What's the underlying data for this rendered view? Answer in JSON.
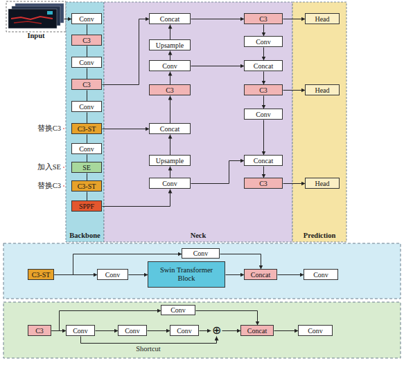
{
  "diagram": {
    "nodes": [
      {
        "text": [
          "Input"
        ]
      },
      {
        "text": [
          "Backbone"
        ]
      },
      {
        "text": [
          "Neck"
        ]
      },
      {
        "text": [
          "Prediction"
        ]
      },
      {
        "text": [
          "Conv"
        ],
        "in": 1
      },
      {
        "text": [
          "C3"
        ],
        "in": 1
      },
      {
        "text": [
          "Conv"
        ],
        "in": 1
      },
      {
        "text": [
          "C3"
        ],
        "in": 1
      },
      {
        "text": [
          "Conv"
        ],
        "in": 1
      },
      {
        "text": [
          "C3-ST"
        ],
        "in": 1
      },
      {
        "text": [
          "Conv"
        ],
        "in": 1
      },
      {
        "text": [
          "SE"
        ],
        "in": 1
      },
      {
        "text": [
          "C3-ST"
        ],
        "in": 1
      },
      {
        "text": [
          "SPPF"
        ],
        "in": 1
      },
      {
        "text": [
          "Concat"
        ],
        "in": 2
      },
      {
        "text": [
          "Upsample"
        ],
        "in": 2
      },
      {
        "text": [
          "Conv"
        ],
        "in": 2
      },
      {
        "text": [
          "C3"
        ],
        "in": 2
      },
      {
        "text": [
          "Concat"
        ],
        "in": 2
      },
      {
        "text": [
          "Upsample"
        ],
        "in": 2
      },
      {
        "text": [
          "Conv"
        ],
        "in": 2
      },
      {
        "text": [
          "C3"
        ],
        "in": 2
      },
      {
        "text": [
          "Conv"
        ],
        "in": 2
      },
      {
        "text": [
          "Concat"
        ],
        "in": 2
      },
      {
        "text": [
          "C3"
        ],
        "in": 2
      },
      {
        "text": [
          "Conv"
        ],
        "in": 2
      },
      {
        "text": [
          "Concat"
        ],
        "in": 2
      },
      {
        "text": [
          "C3"
        ],
        "in": 2
      },
      {
        "text": [
          "Head"
        ],
        "in": 3
      },
      {
        "text": [
          "Head"
        ],
        "in": 3
      },
      {
        "text": [
          "Head"
        ],
        "in": 3
      },
      {
        "text": [
          "C3-ST"
        ]
      },
      {
        "text": [
          "Conv"
        ]
      },
      {
        "text": [
          "Swin Transformer Block"
        ]
      },
      {
        "text": [
          "Conv"
        ]
      },
      {
        "text": [
          "Concat"
        ]
      },
      {
        "text": [
          "Conv"
        ]
      },
      {
        "text": [
          "C3"
        ]
      },
      {
        "text": [
          "Conv"
        ]
      },
      {
        "text": [
          "Conv"
        ]
      },
      {
        "text": [
          "Conv"
        ]
      },
      {
        "text": [
          "⊕"
        ]
      },
      {
        "text": [
          "Conv"
        ]
      },
      {
        "text": [
          "Concat"
        ]
      },
      {
        "text": [
          "Conv"
        ]
      }
    ],
    "edges": [
      {
        "from": 0,
        "to": 4,
        "arrow": "to"
      },
      {
        "from": 4,
        "to": 5,
        "arrow": "none"
      },
      {
        "from": 5,
        "to": 6,
        "arrow": "none"
      },
      {
        "from": 6,
        "to": 7,
        "arrow": "none"
      },
      {
        "from": 7,
        "to": 8,
        "arrow": "none"
      },
      {
        "from": 8,
        "to": 9,
        "arrow": "none"
      },
      {
        "from": 9,
        "to": 10,
        "arrow": "none"
      },
      {
        "from": 10,
        "to": 11,
        "arrow": "none"
      },
      {
        "from": 11,
        "to": 12,
        "arrow": "none"
      },
      {
        "from": 12,
        "to": 13,
        "arrow": "none"
      },
      {
        "from": 7,
        "to": 14,
        "arrow": "to"
      },
      {
        "from": 9,
        "to": 18,
        "arrow": "to"
      },
      {
        "from": 13,
        "to": 20,
        "arrow": "to"
      },
      {
        "from": 20,
        "to": 19,
        "arrow": "to"
      },
      {
        "from": 19,
        "to": 18,
        "arrow": "to"
      },
      {
        "from": 18,
        "to": 17,
        "arrow": "to"
      },
      {
        "from": 17,
        "to": 16,
        "arrow": "to"
      },
      {
        "from": 16,
        "to": 15,
        "arrow": "to"
      },
      {
        "from": 15,
        "to": 14,
        "arrow": "to"
      },
      {
        "from": 14,
        "to": 21,
        "arrow": "to"
      },
      {
        "from": 21,
        "to": 28,
        "arrow": "to"
      },
      {
        "from": 21,
        "to": 22,
        "arrow": "to"
      },
      {
        "from": 22,
        "to": 23,
        "arrow": "to"
      },
      {
        "from": 16,
        "to": 23,
        "arrow": "to"
      },
      {
        "from": 23,
        "to": 24,
        "arrow": "to"
      },
      {
        "from": 24,
        "to": 29,
        "arrow": "to"
      },
      {
        "from": 24,
        "to": 25,
        "arrow": "to"
      },
      {
        "from": 25,
        "to": 26,
        "arrow": "to"
      },
      {
        "from": 20,
        "to": 26,
        "arrow": "to"
      },
      {
        "from": 26,
        "to": 27,
        "arrow": "to"
      },
      {
        "from": 27,
        "to": 30,
        "arrow": "to"
      },
      {
        "from": 31,
        "to": 32,
        "arrow": "to"
      },
      {
        "from": 31,
        "to": 34,
        "arrow": "to"
      },
      {
        "from": 32,
        "to": 33,
        "arrow": "to"
      },
      {
        "from": 33,
        "to": 35,
        "arrow": "to"
      },
      {
        "from": 34,
        "to": 35,
        "arrow": "to"
      },
      {
        "from": 35,
        "to": 36,
        "arrow": "to"
      },
      {
        "from": 37,
        "to": 38,
        "arrow": "to"
      },
      {
        "from": 37,
        "to": 42,
        "arrow": "to"
      },
      {
        "from": 38,
        "to": 39,
        "arrow": "to"
      },
      {
        "from": 39,
        "to": 40,
        "arrow": "to"
      },
      {
        "from": 40,
        "to": 41,
        "arrow": "to"
      },
      {
        "from": 38,
        "to": 41,
        "label": "Shortcut",
        "arrow": "to"
      },
      {
        "from": 41,
        "to": 43,
        "arrow": "to"
      },
      {
        "from": 42,
        "to": 43,
        "arrow": "to"
      },
      {
        "from": 43,
        "to": 44,
        "arrow": "to"
      }
    ],
    "labels": [
      "替换C3",
      "加入SE",
      "替换C3"
    ]
  }
}
